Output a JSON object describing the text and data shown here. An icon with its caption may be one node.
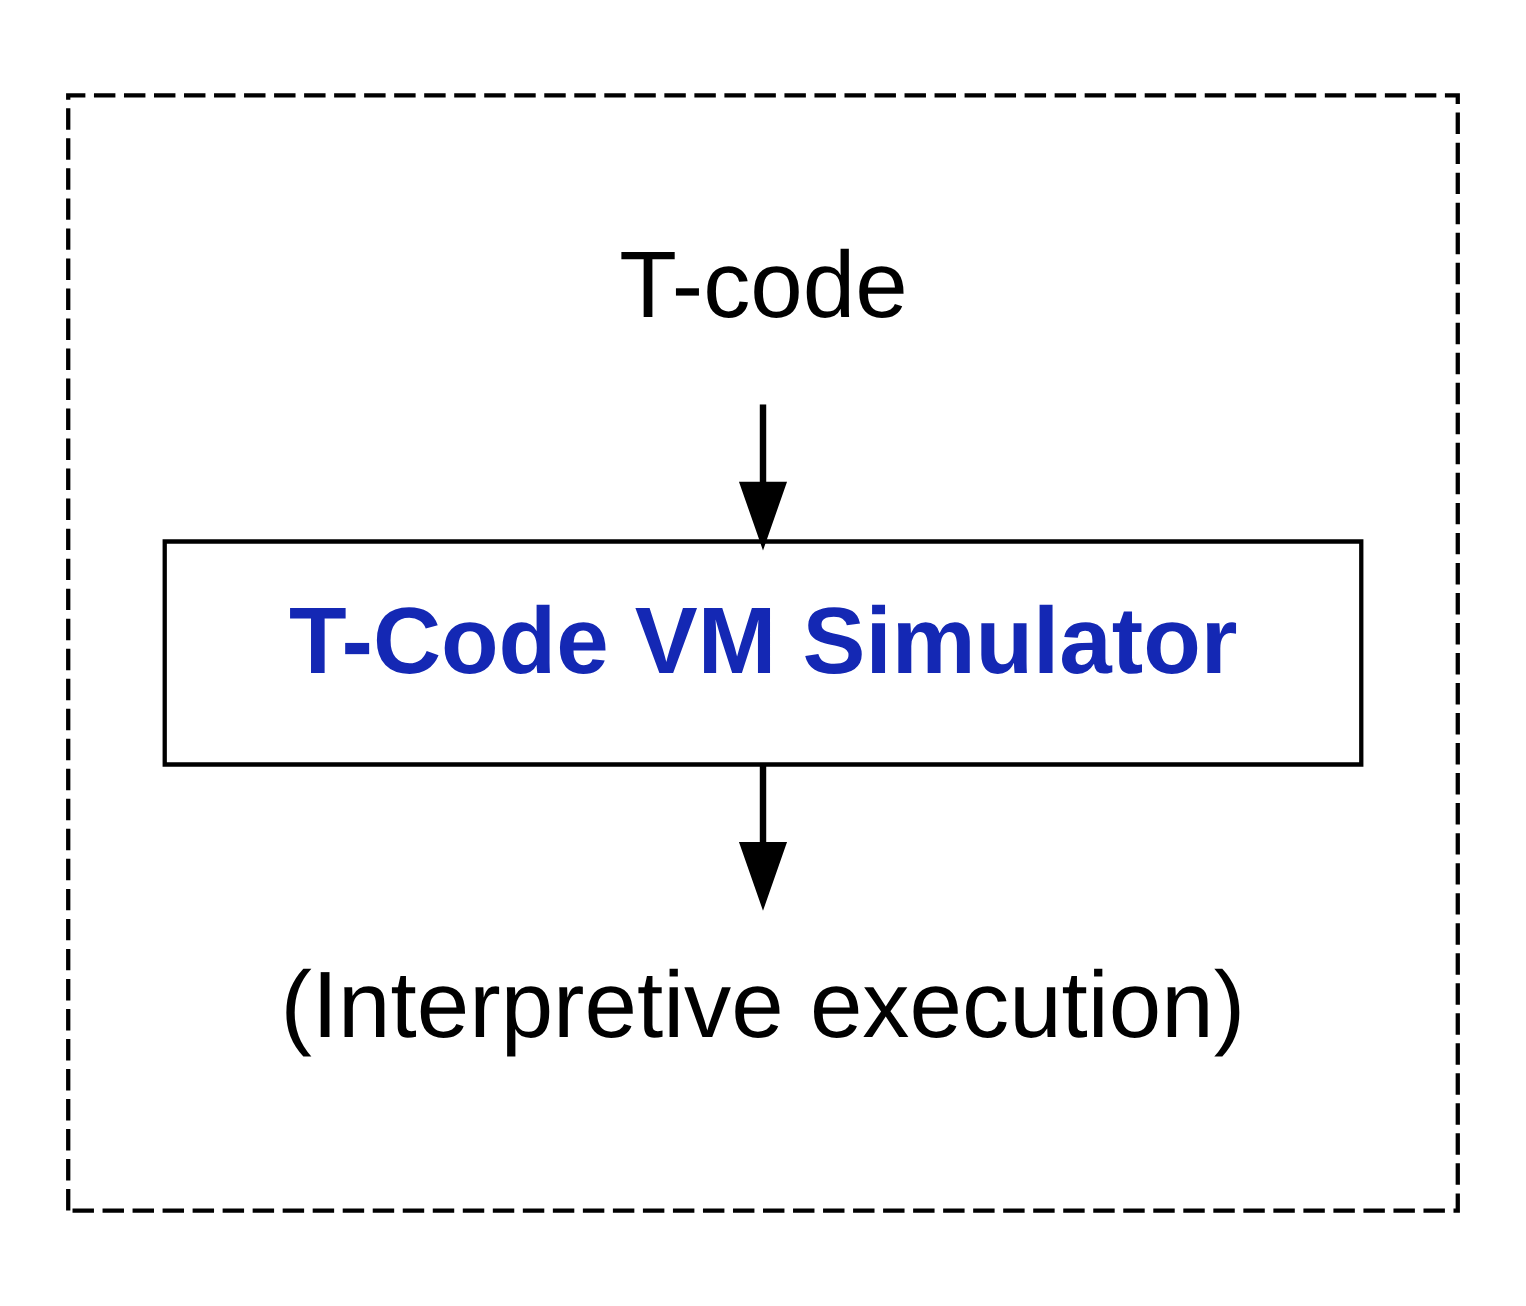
{
  "diagram": {
    "nodes": [
      {
        "text": [],
        "shape": "box"
      },
      {
        "text": [
          "T-code"
        ],
        "in": 0
      },
      {
        "text": [
          "T-Code VM Simulator"
        ],
        "in": 0
      },
      {
        "text": [
          "(Interpretive execution)"
        ],
        "in": 0
      }
    ],
    "edges": [
      {
        "from": 1,
        "to": 2,
        "arrow": "to"
      },
      {
        "from": 2,
        "to": 3,
        "arrow": "to"
      }
    ]
  }
}
